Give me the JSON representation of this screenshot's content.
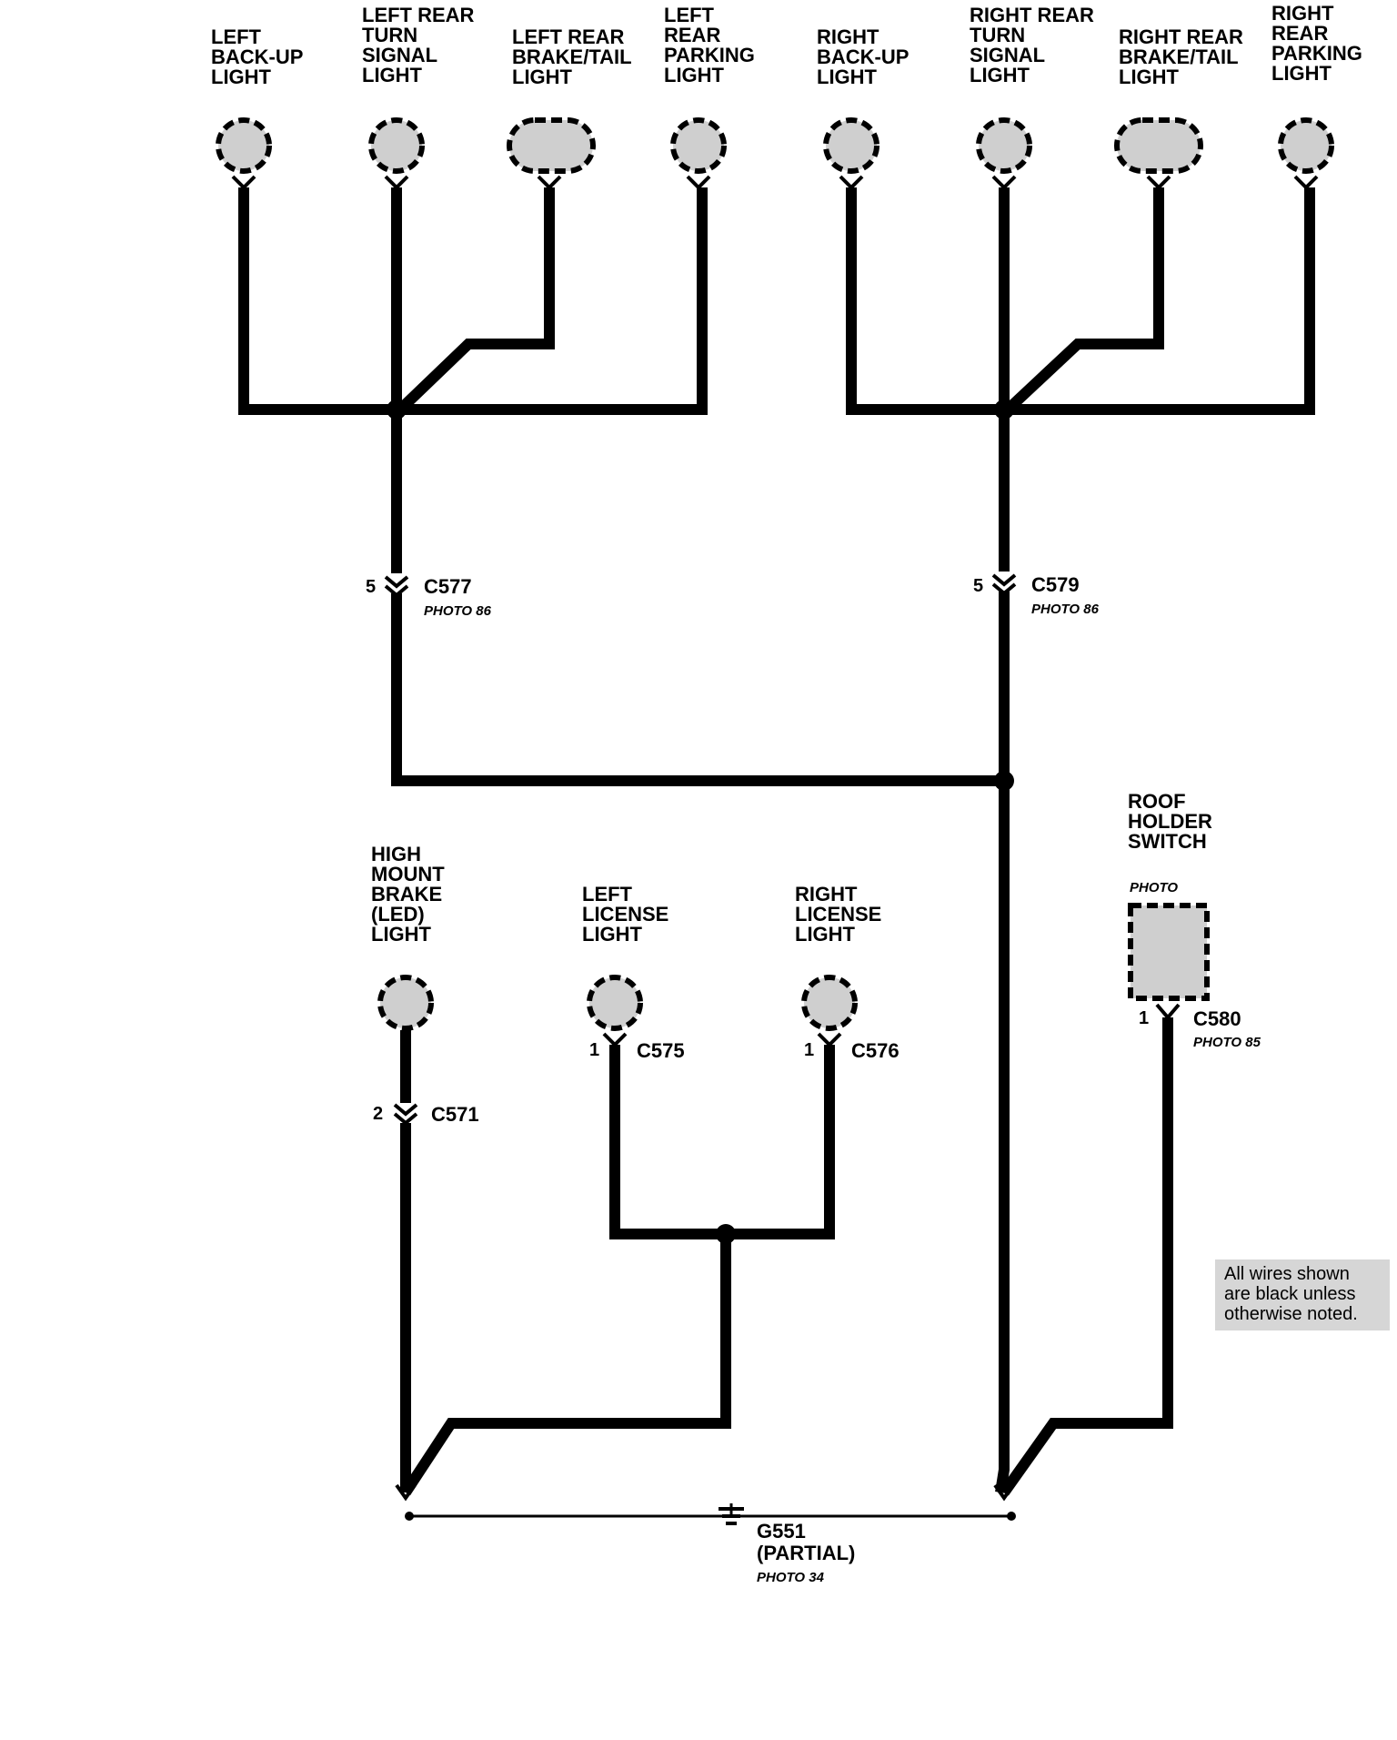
{
  "colors": {
    "wire": "#000000",
    "component_fill": "#cfcfcf",
    "note_fill": "#d6d6d6",
    "background": "#ffffff"
  },
  "components": {
    "left_backup": [
      "LEFT",
      "BACK-UP",
      "LIGHT"
    ],
    "left_rear_turn": [
      "LEFT REAR",
      "TURN",
      "SIGNAL",
      "LIGHT"
    ],
    "left_rear_brake_tail": [
      "LEFT REAR",
      "BRAKE/TAIL",
      "LIGHT"
    ],
    "left_rear_parking": [
      "LEFT",
      "REAR",
      "PARKING",
      "LIGHT"
    ],
    "right_backup": [
      "RIGHT",
      "BACK-UP",
      "LIGHT"
    ],
    "right_rear_turn": [
      "RIGHT REAR",
      "TURN",
      "SIGNAL",
      "LIGHT"
    ],
    "right_rear_brake_tail": [
      "RIGHT REAR",
      "BRAKE/TAIL",
      "LIGHT"
    ],
    "right_rear_parking": [
      "RIGHT",
      "REAR",
      "PARKING",
      "LIGHT"
    ],
    "high_mount_brake": [
      "HIGH",
      "MOUNT",
      "BRAKE",
      "(LED)",
      "LIGHT"
    ],
    "left_license": [
      "LEFT",
      "LICENSE",
      "LIGHT"
    ],
    "right_license": [
      "RIGHT",
      "LICENSE",
      "LIGHT"
    ],
    "roof_holder_switch": [
      "ROOF",
      "HOLDER",
      "SWITCH"
    ],
    "roof_holder_photo": "PHOTO"
  },
  "connectors": {
    "c577": {
      "pin": "5",
      "name": "C577",
      "photo": "PHOTO 86"
    },
    "c579": {
      "pin": "5",
      "name": "C579",
      "photo": "PHOTO 86"
    },
    "c571": {
      "pin": "2",
      "name": "C571"
    },
    "c575": {
      "pin": "1",
      "name": "C575"
    },
    "c576": {
      "pin": "1",
      "name": "C576"
    },
    "c580": {
      "pin": "1",
      "name": "C580",
      "photo": "PHOTO 85"
    }
  },
  "ground": {
    "name": "G551",
    "qualifier": "(PARTIAL)",
    "photo": "PHOTO 34"
  },
  "note": [
    "All wires shown",
    "are black unless",
    "otherwise noted."
  ]
}
